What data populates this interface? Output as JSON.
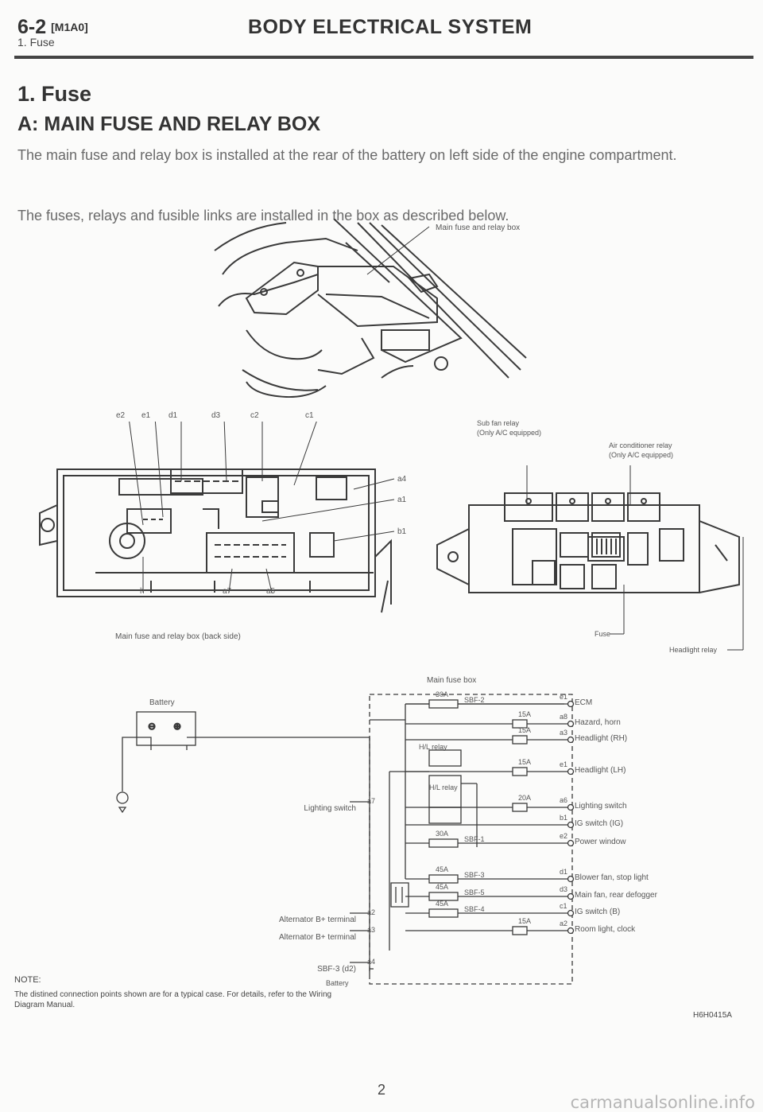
{
  "header": {
    "page_code": "6-2",
    "bracket_code": "[M1A0]",
    "subtitle": "1. Fuse",
    "title": "BODY ELECTRICAL SYSTEM"
  },
  "section": {
    "title": "1. Fuse",
    "subtitle": "A: MAIN FUSE AND RELAY BOX",
    "para1": "The main fuse and relay box is installed at the rear of the battery on left side of the engine compartment.",
    "para2": "The fuses, relays and fusible links are installed in the box as described below."
  },
  "figure_top": {
    "callout": "Main fuse and relay box"
  },
  "figure_left": {
    "top_labels": [
      "e2",
      "e1",
      "d1",
      "d3",
      "c2",
      "c1"
    ],
    "right_labels": [
      "a4",
      "a1",
      "b1"
    ],
    "bottom_labels": [
      "h",
      "a7",
      "a5"
    ],
    "caption": "Main fuse and relay box (back side)"
  },
  "figure_right": {
    "sub_fan_relay": "Sub fan relay",
    "sub_fan_note": "(Only A/C equipped)",
    "ac_relay": "Air conditioner relay",
    "ac_note": "(Only A/C equipped)",
    "fuse": "Fuse",
    "headlight_relay": "Headlight relay"
  },
  "schematic": {
    "main_fuse_box": "Main fuse box",
    "battery": "Battery",
    "hl_relay_top": "H/L relay",
    "hl_relay_bottom": "H/L relay",
    "left_inputs": [
      {
        "label": "Lighting switch",
        "pin": "a7"
      },
      {
        "label": "Alternator B+ terminal",
        "pin": "a2"
      },
      {
        "label": "Alternator B+ terminal",
        "pin": "a3"
      },
      {
        "label": "SBF-3 (d2)",
        "pin": "a4"
      }
    ],
    "battery_bottom": "Battery",
    "outputs": [
      {
        "label": "ECM",
        "pin": "e1",
        "fuse": "30A",
        "link": "SBF-2"
      },
      {
        "label": "Hazard, horn",
        "pin": "a8",
        "fuse": "15A",
        "link": ""
      },
      {
        "label": "Headlight (RH)",
        "pin": "a3",
        "fuse": "15A",
        "link": ""
      },
      {
        "label": "Headlight (LH)",
        "pin": "e1",
        "fuse": "15A",
        "link": ""
      },
      {
        "label": "Lighting switch",
        "pin": "a6",
        "fuse": "20A",
        "link": ""
      },
      {
        "label": "IG switch (IG)",
        "pin": "b1",
        "fuse": "",
        "link": ""
      },
      {
        "label": "Power window",
        "pin": "e2",
        "fuse": "30A",
        "link": "SBF-1"
      },
      {
        "label": "Blower fan, stop light",
        "pin": "d1",
        "fuse": "45A",
        "link": "SBF-3"
      },
      {
        "label": "Main fan, rear defogger",
        "pin": "d3",
        "fuse": "45A",
        "link": "SBF-5"
      },
      {
        "label": "IG switch (B)",
        "pin": "c1",
        "fuse": "45A",
        "link": "SBF-4"
      },
      {
        "label": "Room light, clock",
        "pin": "a2",
        "fuse": "15A",
        "link": ""
      }
    ]
  },
  "note": {
    "heading": "NOTE:",
    "text": "The distined connection points shown are for a typical case. For details, refer to the Wiring Diagram Manual."
  },
  "figure_code": "H6H0415A",
  "page_number": "2",
  "watermark": "carmanualsonline.info"
}
